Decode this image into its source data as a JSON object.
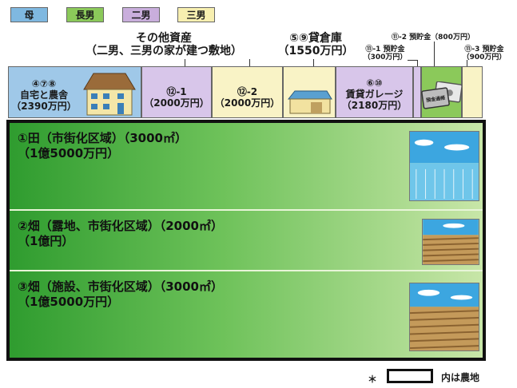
{
  "legend": [
    {
      "label": "母",
      "color": "#7fb8e0"
    },
    {
      "label": "長男",
      "color": "#8bc95a"
    },
    {
      "label": "二男",
      "color": "#c9aedc"
    },
    {
      "label": "三男",
      "color": "#f7efb0"
    }
  ],
  "groups": {
    "other_assets": {
      "line1": "その他資産",
      "line2": "（二男、三男の家が建つ敷地）"
    },
    "warehouse": {
      "line1": "⑤⑨貸倉庫",
      "line2": "（1550万円）"
    },
    "deposit_1": {
      "line1": "⑪-1 預貯金",
      "line2": "（300万円）"
    },
    "deposit_2": {
      "line1": "⑪-2 預貯金（800万円）"
    },
    "deposit_3": {
      "line1": "⑪-3 預貯金",
      "line2": "（900万円）"
    }
  },
  "assets": {
    "home": {
      "line1": "④⑦⑧",
      "line2": "自宅と農舎",
      "line3": "（2390万円）"
    },
    "lot_12_1": {
      "line1": "⑫-1",
      "line2": "（2000万円）"
    },
    "lot_12_2": {
      "line1": "⑫-2",
      "line2": "（2000万円）"
    },
    "garage": {
      "line1": "⑥⑩",
      "line2": "賃貸ガレージ",
      "line3": "（2180万円）"
    },
    "passbook_text": "預金通帳"
  },
  "plots": [
    {
      "line1": "①田（市街化区域）（3000㎡）",
      "line2": "（1億5000万円）"
    },
    {
      "line1": "②畑（露地、市街化区域）（2000㎡）",
      "line2": "（1億円）"
    },
    {
      "line1": "③畑（施設、市街化区域）（3000㎡）",
      "line2": "（1億5000万円）"
    }
  ],
  "footnote": {
    "asterisk": "＊",
    "text": "内は農地"
  }
}
